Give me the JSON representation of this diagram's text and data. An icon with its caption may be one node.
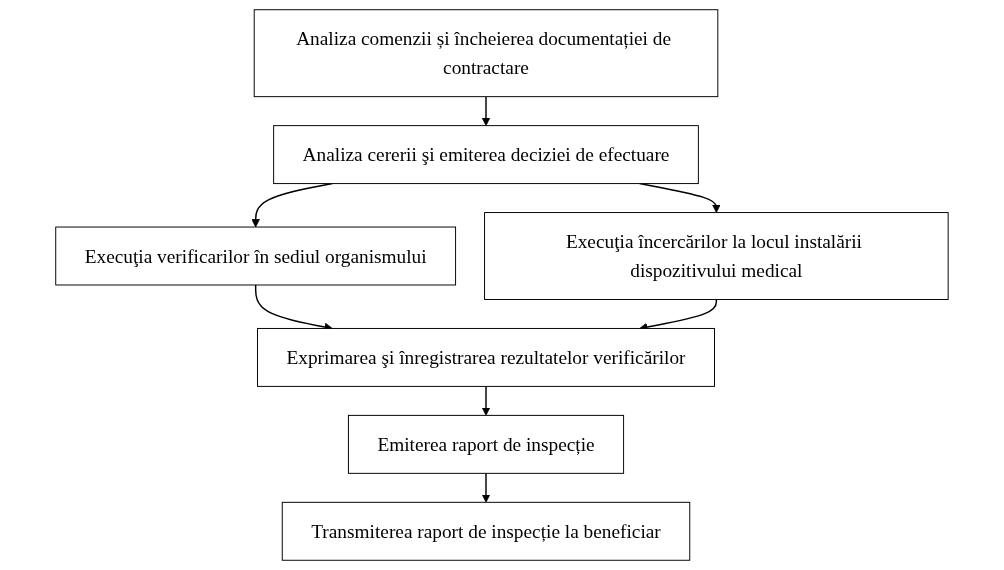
{
  "diagram": {
    "nodes": [
      {
        "text": [
          "Analiza comenzii și încheierea documentației de contractare"
        ]
      },
      {
        "text": [
          "Analiza cererii şi emiterea deciziei de efectuare"
        ]
      },
      {
        "text": [
          "Execuţia verificarilor în sediul organismului"
        ]
      },
      {
        "text": [
          "Execuţia încercărilor la locul instalării dispozitivului medical"
        ]
      },
      {
        "text": [
          "Exprimarea şi înregistrarea rezultatelor verificărilor"
        ]
      },
      {
        "text": [
          "Emiterea raport de inspecție"
        ]
      },
      {
        "text": [
          "Transmiterea raport de inspecție la beneficiar"
        ]
      }
    ],
    "edges": [
      {
        "from": 0,
        "to": 1,
        "arrow": "to"
      },
      {
        "from": 1,
        "to": 2,
        "arrow": "to"
      },
      {
        "from": 1,
        "to": 3,
        "arrow": "to"
      },
      {
        "from": 2,
        "to": 4,
        "arrow": "to"
      },
      {
        "from": 3,
        "to": 4,
        "arrow": "to"
      },
      {
        "from": 4,
        "to": 5,
        "arrow": "to"
      },
      {
        "from": 5,
        "to": 6,
        "arrow": "to"
      }
    ]
  }
}
